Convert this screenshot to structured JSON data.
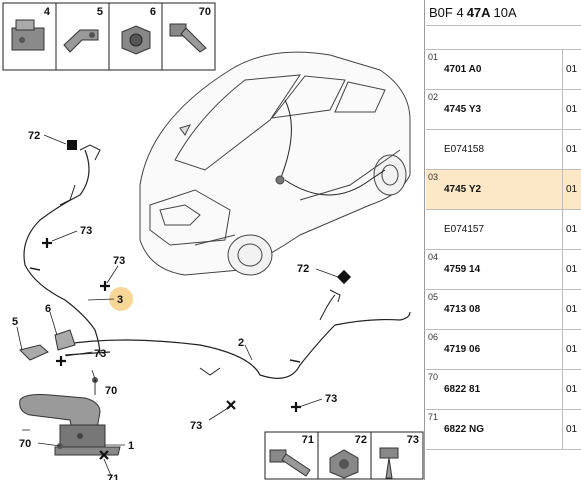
{
  "header": {
    "prefix": "B0F 4",
    "bold": "47A",
    "suffix": "10A"
  },
  "thumbs_top": [
    {
      "label": "4"
    },
    {
      "label": "5"
    },
    {
      "label": "6"
    },
    {
      "label": "70"
    }
  ],
  "thumbs_bottom": [
    {
      "label": "71"
    },
    {
      "label": "72"
    },
    {
      "label": "73"
    }
  ],
  "callouts": {
    "c72a": "72",
    "c73a": "73",
    "c73b": "73",
    "c3": "3",
    "c5": "5",
    "c6": "6",
    "c73c": "73",
    "c70a": "70",
    "c70b": "70",
    "c71": "71",
    "c1": "1",
    "c2": "2",
    "c72b": "72",
    "c73d": "73",
    "c73e": "73"
  },
  "parts": [
    {
      "group": "01",
      "ref": "4701 A0",
      "qty": "01",
      "bold": true
    },
    {
      "group": "02",
      "ref": "4745 Y3",
      "qty": "01",
      "bold": true
    },
    {
      "group": "",
      "ref": "E074158",
      "qty": "01",
      "bold": false
    },
    {
      "group": "03",
      "ref": "4745 Y2",
      "qty": "01",
      "bold": true,
      "highlight": true
    },
    {
      "group": "",
      "ref": "E074157",
      "qty": "01",
      "bold": false
    },
    {
      "group": "04",
      "ref": "4759 14",
      "qty": "01",
      "bold": true
    },
    {
      "group": "05",
      "ref": "4713 08",
      "qty": "01",
      "bold": true
    },
    {
      "group": "06",
      "ref": "4719 06",
      "qty": "01",
      "bold": true
    },
    {
      "group": "70",
      "ref": "6822 81",
      "qty": "01",
      "bold": true
    },
    {
      "group": "71",
      "ref": "6822 NG",
      "qty": "01",
      "bold": true
    }
  ]
}
